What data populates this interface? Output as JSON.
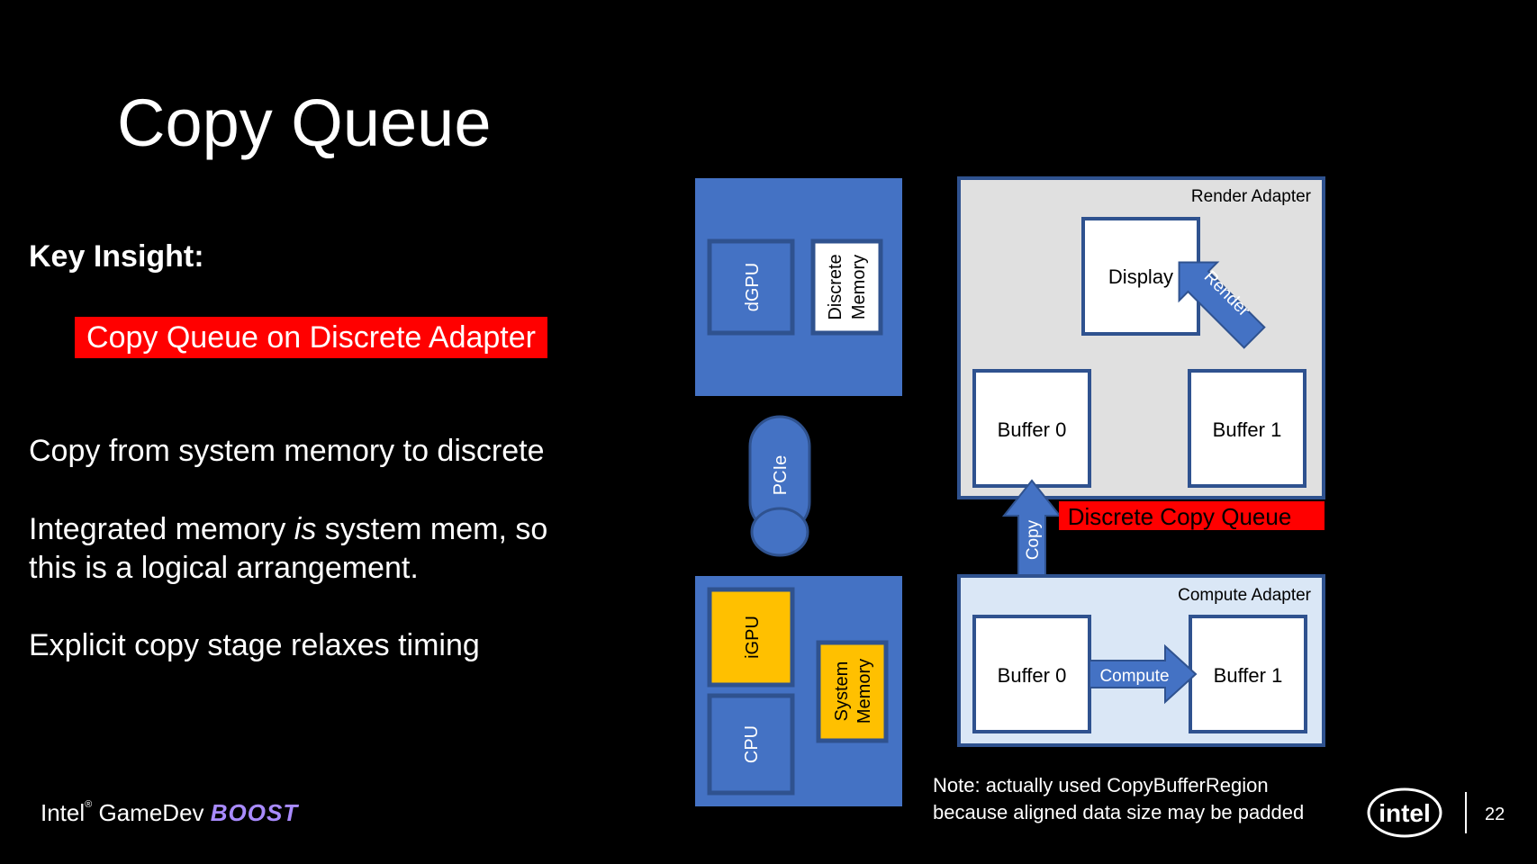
{
  "slide": {
    "title": "Copy Queue",
    "key_insight": "Key Insight:",
    "highlight": "Copy Queue on Discrete Adapter",
    "bullets": [
      "Copy from system memory to discrete",
      "Integrated memory is system mem, so",
      "this is a logical arrangement.",
      "Explicit copy stage relaxes timing"
    ],
    "bullet_emphasis": "is",
    "note_line1": "Note: actually used CopyBufferRegion",
    "note_line2": "because aligned data size may be padded",
    "page_number": "22"
  },
  "brand": {
    "name": "Intel",
    "middle": "GameDev",
    "boost": "BOOST",
    "logo": "intel"
  },
  "hardware": {
    "dgpu": "dGPU",
    "discrete_memory_1": "Discrete",
    "discrete_memory_2": "Memory",
    "bus": "PCIe",
    "igpu": "iGPU",
    "cpu": "CPU",
    "system_memory_1": "System",
    "system_memory_2": "Memory"
  },
  "render_adapter": {
    "label": "Render Adapter",
    "display": "Display",
    "buffer0": "Buffer 0",
    "buffer1": "Buffer 1",
    "render_arrow": "Render"
  },
  "copy": {
    "arrow": "Copy",
    "queue_label": "Discrete Copy Queue"
  },
  "compute_adapter": {
    "label": "Compute Adapter",
    "buffer0": "Buffer 0",
    "buffer1": "Buffer 1",
    "compute_arrow": "Compute"
  },
  "colors": {
    "blue": "#4472c4",
    "dark_blue": "#2f528f",
    "yellow": "#ffc000",
    "red": "#ff0000",
    "render_bg": "#e0e0e0",
    "compute_bg": "#dae7f6",
    "boost": "#a98bff"
  }
}
